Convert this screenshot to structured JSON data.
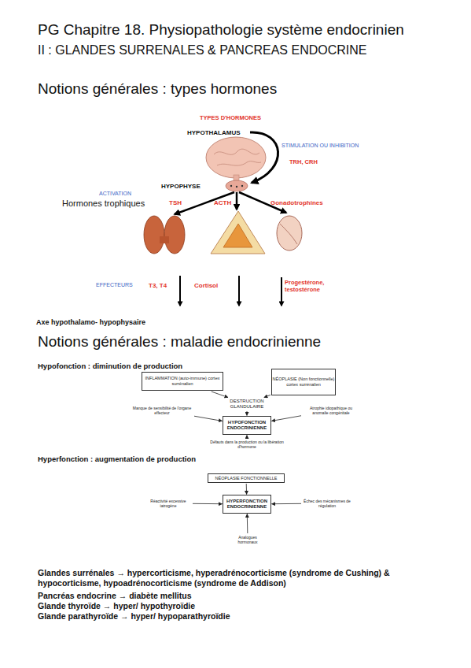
{
  "diagram": {
    "title": "PG Chapitre 18. Physiopathologie système endocrinien",
    "nodes": [
      {
        "text": [
          "INFLAMMATION (auto-immune) cortex surrénalien"
        ]
      },
      {
        "text": [
          "NÉOPLASIE (Non fonctionnelle) cortex surrénalien"
        ]
      },
      {
        "text": [
          "DESTRUCTION GLANDULAIRE"
        ]
      },
      {
        "text": [
          "Manque de sensibilité de l'organe effecteur"
        ]
      },
      {
        "text": [
          "HYPOFONCTION ENDOCRINIENNE"
        ]
      },
      {
        "text": [
          "Atrophie idiopathique ou anomalie congénitale"
        ]
      },
      {
        "text": [
          "Défauts dans la production ou la libération d'hormone"
        ]
      },
      {
        "text": [
          "NÉOPLASIE FONCTIONNELLE"
        ]
      },
      {
        "text": [
          "Réactivité excessive iatrogène"
        ]
      },
      {
        "text": [
          "HYPERFONCTION ENDOCRINIENNE"
        ]
      },
      {
        "text": [
          "Échec des mécanismes de régulation"
        ]
      },
      {
        "text": [
          "Analogues hormonaux"
        ]
      }
    ],
    "edges": [
      {
        "from": 0,
        "to": 2,
        "arrow": "to"
      },
      {
        "from": 1,
        "to": 2,
        "arrow": "to"
      },
      {
        "from": 2,
        "to": 4,
        "arrow": "to"
      },
      {
        "from": 3,
        "to": 4,
        "arrow": "to"
      },
      {
        "from": 5,
        "to": 4,
        "arrow": "to"
      },
      {
        "from": 6,
        "to": 4,
        "arrow": "to"
      },
      {
        "from": 7,
        "to": 9,
        "arrow": "to"
      },
      {
        "from": 8,
        "to": 9,
        "arrow": "to"
      },
      {
        "from": 10,
        "to": 9,
        "arrow": "to"
      },
      {
        "from": 11,
        "to": 9,
        "arrow": "to"
      }
    ],
    "labels": [
      "II : GLANDES SURRENALES & PANCREAS ENDOCRINE",
      "Notions générales : types hormones",
      "TYPES D'HORMONES",
      "HYPOTHALAMUS",
      "STIMULATION OU INHIBITION",
      "TRH, CRH",
      "HYPOPHYSE",
      "ACTIVATION",
      "Hormones trophiques",
      "TSH",
      "ACTH",
      "Gonadotrophines",
      "EFFECTEURS",
      "T3, T4",
      "Cortisol",
      "Progestérone, testostérone",
      "Axe hypothalamo- hypophysaire",
      "Notions générales : maladie endocrinienne",
      "Hypofonction : diminution de production",
      "Hyperfonction : augmentation de production",
      "Glandes surrénales → hypercorticisme, hyperadrénocorticisme (syndrome de Cushing) & hypocorticisme, hypoadrénocorticisme (syndrome de Addison)",
      "Pancréas endocrine → diabète mellitus",
      "Glande thyroïde → hyper/ hypothyroïdie",
      "Glande parathyroïde → hyper/ hypoparathyroïdie"
    ]
  }
}
